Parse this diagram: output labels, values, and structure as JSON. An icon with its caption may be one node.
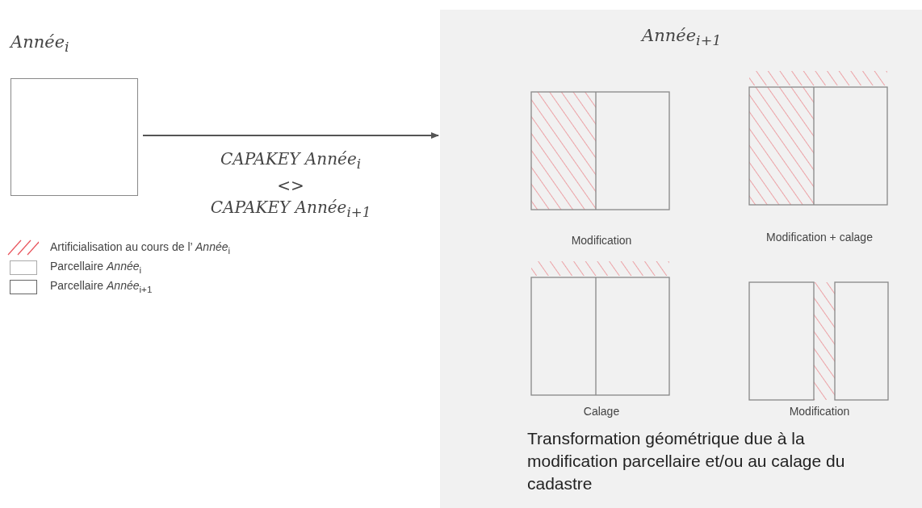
{
  "diagram": {
    "nodes": [
      {
        "text": [
          "Année$_{i}$"
        ]
      },
      {
        "text": [
          "Année$_{i+1}$",
          "Transformation géométrique due à la modification parcellaire et/ou au calage du cadastre"
        ]
      },
      {
        "text": [
          "Modification"
        ],
        "in": 1
      },
      {
        "text": [
          "Modification + calage"
        ],
        "in": 1
      },
      {
        "text": [
          "Calage"
        ],
        "in": 1
      },
      {
        "text": [
          "Modification"
        ],
        "in": 1
      }
    ],
    "edges": [
      {
        "from": 0,
        "to": 1,
        "arrow": "to",
        "label": "CAPAKEY Année$_{i}$ <> CAPAKEY Année$_{i+1}$"
      }
    ],
    "legend": [
      {
        "text": "Artificialisation au cours de l’ *Année*$_{i}$"
      },
      {
        "text": "Parcellaire *Année*$_{i}$"
      },
      {
        "text": "Parcellaire *Année*$_{i+1}$"
      }
    ]
  }
}
